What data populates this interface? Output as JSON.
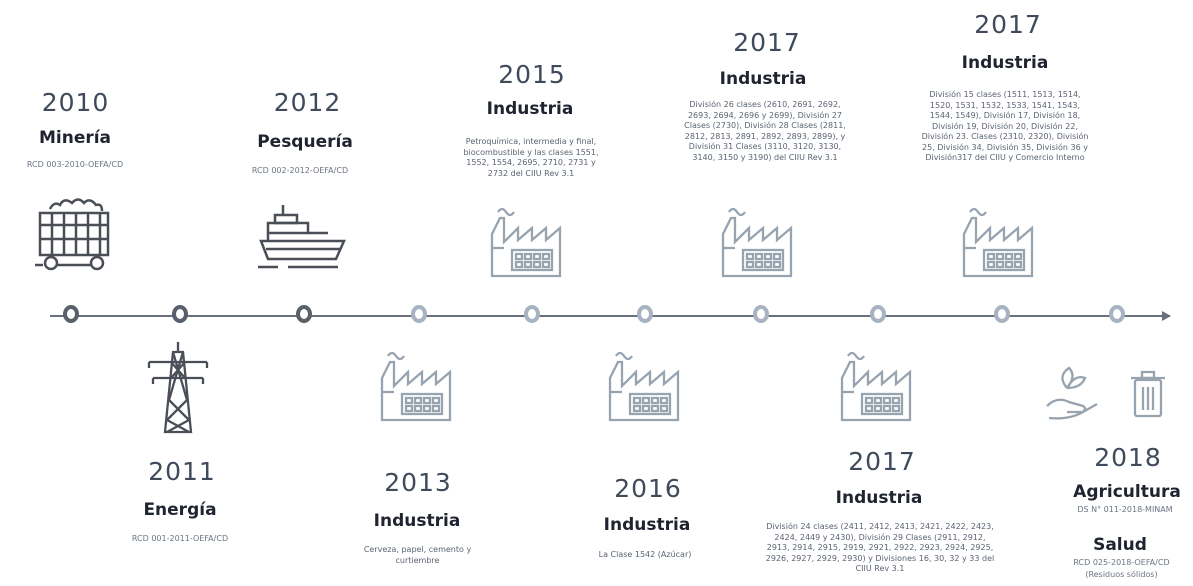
{
  "events": [
    {
      "year": "2010",
      "sector": "Minería",
      "code": "RCD 003-2010-OEFA/CD"
    },
    {
      "year": "2012",
      "sector": "Pesquería",
      "code": "RCD 002-2012-OEFA/CD"
    },
    {
      "year": "2015",
      "sector": "Industria",
      "desc": "Petroquímica, intermedia y final, biocombustible y las clases 1551, 1552, 1554, 2695, 2710, 2731 y 2732 del CIIU Rev 3.1"
    },
    {
      "year": "2017",
      "sector": "Industria",
      "desc": "División 26 clases (2610, 2691, 2692, 2693, 2694, 2696 y 2699), División 27 Clases (2730), División 28 Clases (2811, 2812, 2813, 2891, 2892, 2893, 2899), y División 31 Clases (3110, 3120, 3130, 3140, 3150 y 3190) del CIIU Rev 3.1"
    },
    {
      "year": "2017",
      "sector": "Industria",
      "desc": "División 15 clases (1511, 1513, 1514, 1520, 1531, 1532, 1533, 1541, 1543, 1544, 1549), División 17, División 18, División 19, División 20, División 22, División 23. Clases (2310, 2320), División 25, División 34, División 35, División 36 y División317 del CIIU y Comercio Interno"
    },
    {
      "year": "2011",
      "sector": "Energía",
      "code": "RCD 001-2011-OEFA/CD"
    },
    {
      "year": "2013",
      "sector": "Industria",
      "desc": "Cerveza, papel, cemento y curtiembre"
    },
    {
      "year": "2016",
      "sector": "Industria",
      "desc": "La Clase 1542 (Azúcar)"
    },
    {
      "year": "2017",
      "sector": "Industria",
      "desc": "División 24 clases (2411, 2412, 2413, 2421, 2422, 2423, 2424, 2449 y 2430), División 29 Clases (2911, 2912, 2913, 2914, 2915, 2919, 2921, 2922, 2923, 2924, 2925, 2926, 2927, 2929, 2930) y Divisiones 16, 30, 32 y 33 del CIIU Rev 3.1"
    },
    {
      "year": "2018",
      "sector": "Agricultura",
      "code": "DS N° 011-2018-MINAM",
      "sector2": "Salud",
      "code2": "RCD 025-2018-OEFA/CD",
      "note2": "(Residuos sólidos)"
    }
  ],
  "colors": {
    "line": "#6a7079",
    "node_dark": "#58606b",
    "node_light": "#a8b3c1",
    "icon_dark": "#4a4f57",
    "icon_light": "#98a3b0"
  }
}
